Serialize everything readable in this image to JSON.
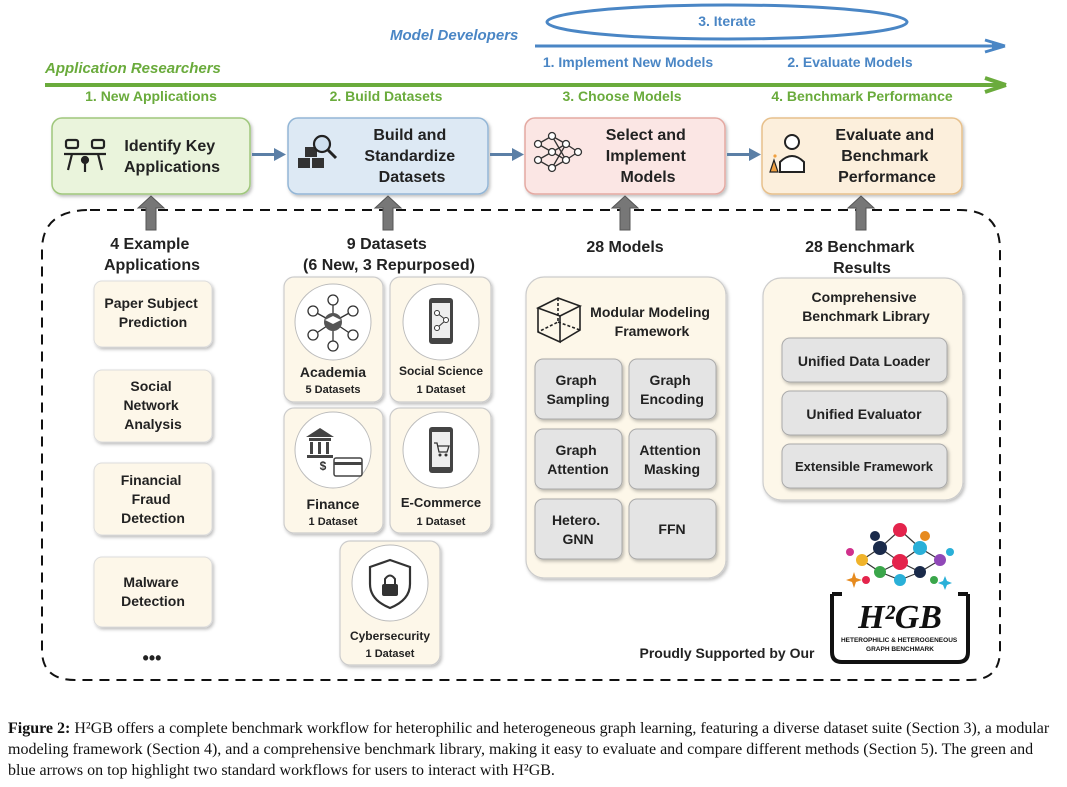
{
  "workflows": {
    "developers_label": "Model Developers",
    "researchers_label": "Application Researchers",
    "iterate_label": "3. Iterate",
    "dev_steps": [
      "1. Implement New Models",
      "2. Evaluate Models"
    ],
    "colors": {
      "blue": "#4a86c5",
      "green": "#6aab3c"
    }
  },
  "stages": [
    {
      "step": "1. New Applications",
      "title_lines": [
        "Identify Key",
        "Applications"
      ],
      "icon": "people-at-table-icon",
      "fill": "#eaf4dc"
    },
    {
      "step": "2. Build Datasets",
      "title_lines": [
        "Build and",
        "Standardize",
        "Datasets"
      ],
      "icon": "dataset-search-icon",
      "fill": "#dde9f4"
    },
    {
      "step": "3. Choose Models",
      "title_lines": [
        "Select and",
        "Implement",
        "Models"
      ],
      "icon": "neural-network-icon",
      "fill": "#fbe6e4"
    },
    {
      "step": "4. Benchmark Performance",
      "title_lines": [
        "Evaluate and",
        "Benchmark",
        "Performance"
      ],
      "icon": "scientist-icon",
      "fill": "#fcefdc"
    }
  ],
  "applications": {
    "heading_lines": [
      "4 Example",
      "Applications"
    ],
    "items": [
      {
        "lines": [
          "Paper Subject",
          "Prediction"
        ]
      },
      {
        "lines": [
          "Social",
          "Network",
          "Analysis"
        ]
      },
      {
        "lines": [
          "Financial",
          "Fraud",
          "Detection"
        ]
      },
      {
        "lines": [
          "Malware",
          "Detection"
        ]
      }
    ],
    "more": "•••"
  },
  "datasets": {
    "heading_lines": [
      "9 Datasets",
      "(6 New, 3 Repurposed)"
    ],
    "items": [
      {
        "name": "Academia",
        "count": "5 Datasets",
        "icon": "academic-network-icon"
      },
      {
        "name": "Social Science",
        "count": "1 Dataset",
        "icon": "social-phone-icon"
      },
      {
        "name": "Finance",
        "count": "1 Dataset",
        "icon": "bank-card-icon"
      },
      {
        "name": "E-Commerce",
        "count": "1 Dataset",
        "icon": "shopping-phone-icon"
      },
      {
        "name": "Cybersecurity",
        "count": "1 Dataset",
        "icon": "shield-lock-icon"
      }
    ]
  },
  "models": {
    "heading": "28 Models",
    "framework_lines": [
      "Modular Modeling",
      "Framework"
    ],
    "framework_icon": "cube-icon",
    "modules": [
      {
        "lines": [
          "Graph",
          "Sampling"
        ]
      },
      {
        "lines": [
          "Graph",
          "Encoding"
        ]
      },
      {
        "lines": [
          "Graph",
          "Attention"
        ]
      },
      {
        "lines": [
          "Attention",
          "Masking"
        ]
      },
      {
        "lines": [
          "Hetero.",
          "GNN"
        ]
      },
      {
        "lines": [
          "FFN"
        ]
      }
    ]
  },
  "benchmark": {
    "heading_lines": [
      "28 Benchmark",
      "Results"
    ],
    "library_lines": [
      "Comprehensive",
      "Benchmark Library"
    ],
    "items": [
      "Unified Data Loader",
      "Unified Evaluator",
      "Extensible Framework"
    ]
  },
  "support": {
    "text": "Proudly Supported by Our",
    "logo_text": "H²GB",
    "logo_sub_lines": [
      "HETEROPHILIC & HETEROGENEOUS",
      "GRAPH BENCHMARK"
    ]
  },
  "caption": {
    "label": "Figure 2:",
    "text": " H²GB offers a complete benchmark workflow for heterophilic and heterogeneous graph learning, featuring a diverse dataset suite (Section 3), a modular modeling framework (Section 4), and a comprehensive benchmark library, making it easy to evaluate and compare different methods (Section 5). The green and blue arrows on top highlight two standard workflows for users to interact with H²GB."
  }
}
